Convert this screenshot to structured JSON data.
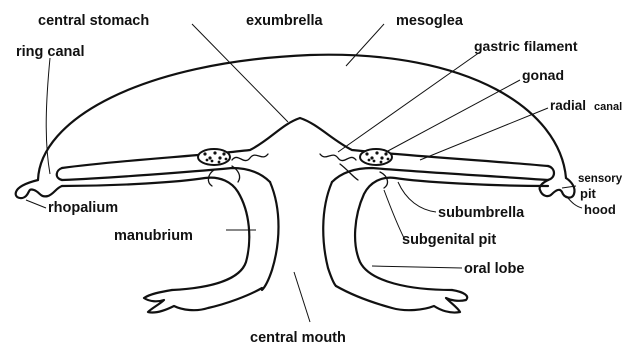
{
  "diagram": {
    "labels": {
      "central_stomach": "central stomach",
      "exumbrella": "exumbrella",
      "mesoglea": "mesoglea",
      "ring_canal": "ring canal",
      "gastric_filament": "gastric filament",
      "gonad": "gonad",
      "radial": "radial",
      "canal": "canal",
      "sensory": "sensory",
      "pit": "pit",
      "rhopalium": "rhopalium",
      "hood": "hood",
      "manubrium": "manubrium",
      "subumbrella": "subumbrella",
      "subgenital_pit": "subgenital pit",
      "oral_lobe": "oral lobe",
      "central_mouth": "central mouth"
    }
  }
}
